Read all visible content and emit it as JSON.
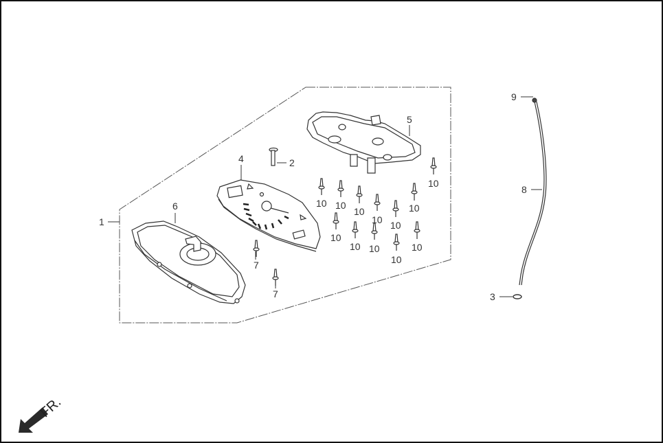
{
  "diagram": {
    "type": "exploded-parts-diagram",
    "subject": "meter / speedometer assembly with cable",
    "direction_indicator": {
      "label": "FR.",
      "icon": "arrow-down-left-icon"
    },
    "callouts": [
      {
        "id": "c1",
        "label": "1",
        "part": "meter assembly (dashed group)"
      },
      {
        "id": "c2",
        "label": "2",
        "part": "bulb"
      },
      {
        "id": "c3",
        "label": "3",
        "part": "ring / grommet"
      },
      {
        "id": "c4",
        "label": "4",
        "part": "meter face plate"
      },
      {
        "id": "c5",
        "label": "5",
        "part": "lower meter case"
      },
      {
        "id": "c6",
        "label": "6",
        "part": "upper meter cover / lens"
      },
      {
        "id": "c7a",
        "label": "7",
        "part": "screw"
      },
      {
        "id": "c7b",
        "label": "7",
        "part": "screw"
      },
      {
        "id": "c8",
        "label": "8",
        "part": "speedometer cable"
      },
      {
        "id": "c9",
        "label": "9",
        "part": "cable end fitting"
      }
    ],
    "screws_10": [
      {
        "label": "10"
      },
      {
        "label": "10"
      },
      {
        "label": "10"
      },
      {
        "label": "10"
      },
      {
        "label": "10"
      },
      {
        "label": "10"
      },
      {
        "label": "10"
      },
      {
        "label": "10"
      },
      {
        "label": "10"
      },
      {
        "label": "10"
      },
      {
        "label": "10"
      },
      {
        "label": "10"
      }
    ],
    "colors": {
      "line": "#333333",
      "border": "#111111",
      "label": "#333333",
      "background": "#ffffff"
    }
  }
}
